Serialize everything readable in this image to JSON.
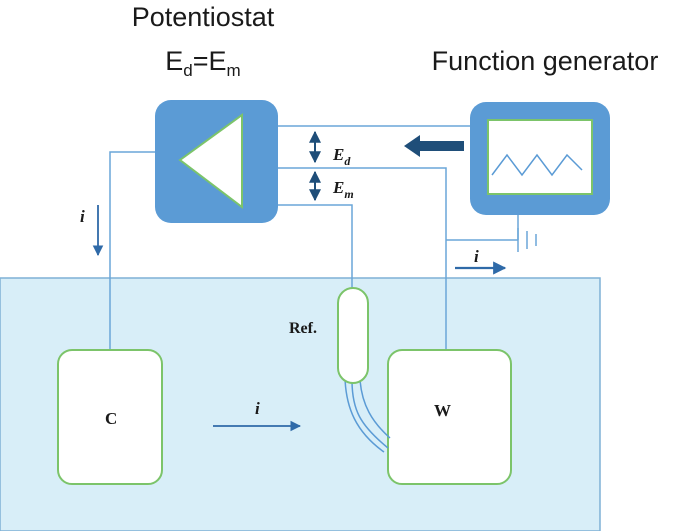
{
  "header": {
    "potentiostat_title": "Potentiostat",
    "potentiostat_eq_main1": "E",
    "potentiostat_eq_sub1": "d",
    "potentiostat_eq_main2": "=E",
    "potentiostat_eq_sub2": "m",
    "function_generator_title": "Function generator"
  },
  "diagram": {
    "ed_label_main": "E",
    "ed_label_sub": "d",
    "em_label_main": "E",
    "em_label_sub": "m",
    "current_label_left": "i",
    "current_label_right": "i",
    "current_label_bath": "i",
    "reference_label": "Ref.",
    "counter_label": "C",
    "working_label": "W"
  },
  "colors": {
    "instrument_fill": "#5b9bd5",
    "bath_fill": "#d8eef8",
    "bath_border": "#7fb1d6",
    "wire": "#6aa6d8",
    "electrode_border": "#7cc46a",
    "arrow_dark": "#1f4e79",
    "text_dark": "#1a1a1a"
  },
  "icons": {
    "amplifier": "triangle-amplifier-icon",
    "waveform": "triangle-wave-icon",
    "ground": "ground-icon"
  }
}
